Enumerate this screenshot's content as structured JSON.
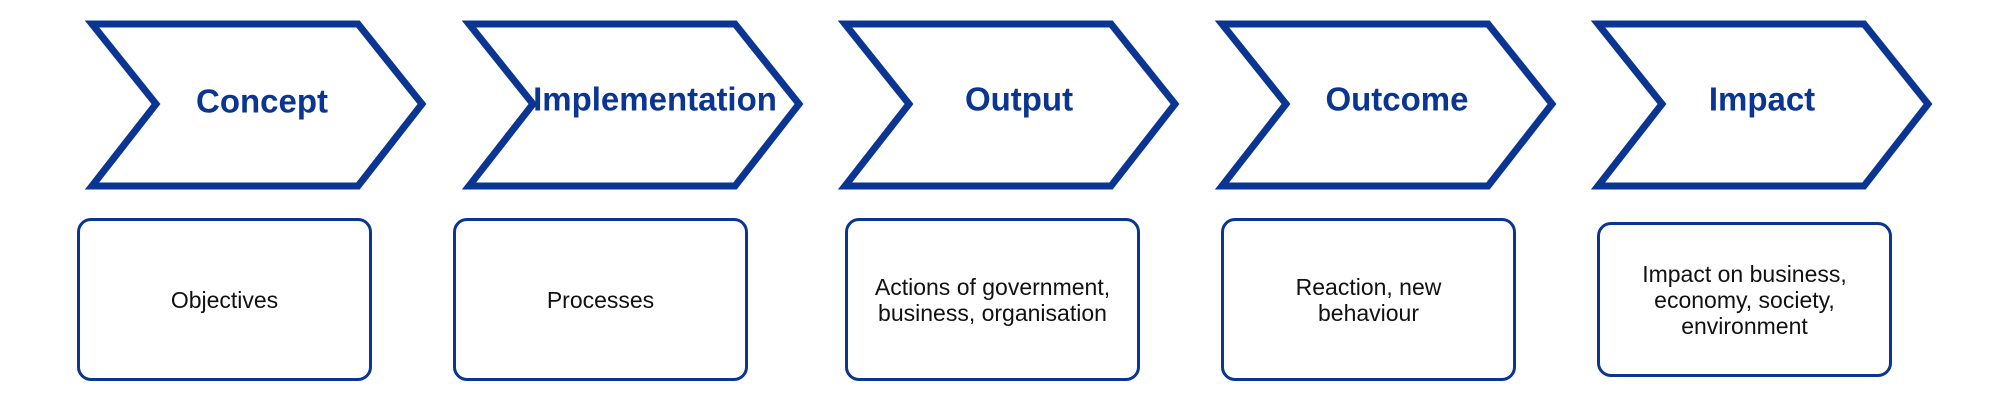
{
  "colors": {
    "accent": "#0a3592",
    "text": "#111111",
    "background": "#ffffff"
  },
  "stages": [
    {
      "title": "Concept",
      "description": "Objectives"
    },
    {
      "title": "Implementation",
      "description": "Processes"
    },
    {
      "title": "Output",
      "description": "Actions of government,\nbusiness, organisation"
    },
    {
      "title": "Outcome",
      "description": "Reaction, new\nbehaviour"
    },
    {
      "title": "Impact",
      "description": "Impact on business,\neconomy, society,\nenvironment"
    }
  ]
}
